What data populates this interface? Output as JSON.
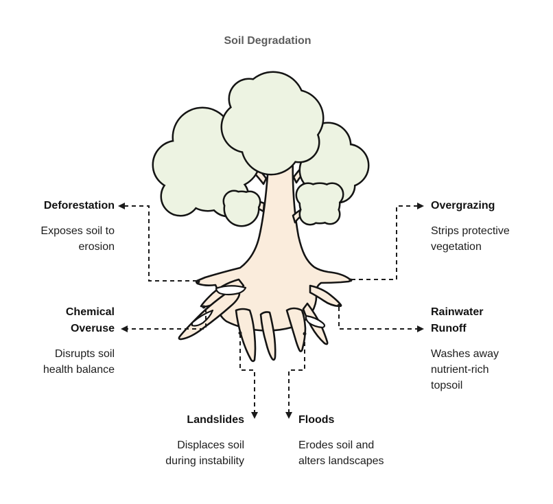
{
  "title": "Soil Degradation",
  "colors": {
    "foliage": "#edf3e2",
    "trunk": "#faecdc",
    "outline": "#141414",
    "connector": "#1a1a1a",
    "title_text": "#5c5c5c",
    "label_text": "#111111"
  },
  "labels": {
    "deforestation": {
      "title_lines": [
        "Deforestation"
      ],
      "desc_lines": [
        "Exposes soil to",
        "erosion"
      ]
    },
    "overgrazing": {
      "title_lines": [
        "Overgrazing"
      ],
      "desc_lines": [
        "Strips protective",
        "vegetation"
      ]
    },
    "chemical_overuse": {
      "title_lines": [
        "Chemical",
        "Overuse"
      ],
      "desc_lines": [
        "Disrupts soil",
        "health balance"
      ]
    },
    "rainwater_runoff": {
      "title_lines": [
        "Rainwater",
        "Runoff"
      ],
      "desc_lines": [
        "Washes away",
        "nutrient-rich",
        "topsoil"
      ]
    },
    "landslides": {
      "title_lines": [
        "Landslides"
      ],
      "desc_lines": [
        "Displaces soil",
        "during instability"
      ]
    },
    "floods": {
      "title_lines": [
        "Floods"
      ],
      "desc_lines": [
        "Erodes soil and",
        "alters landscapes"
      ]
    }
  }
}
